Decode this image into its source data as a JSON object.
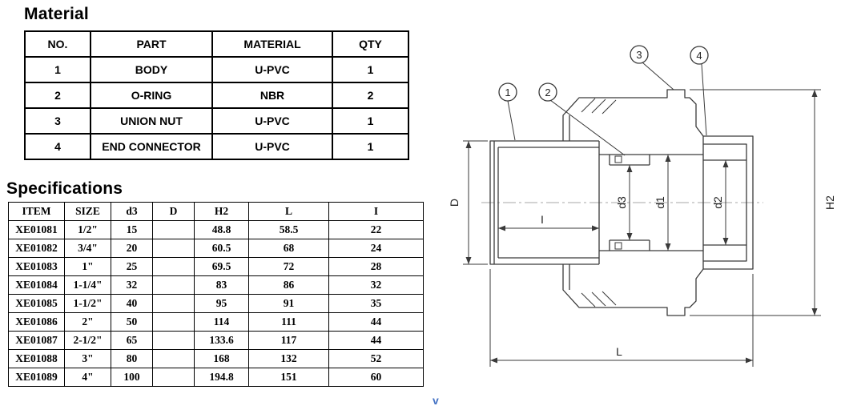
{
  "material_section": {
    "title": "Material",
    "table": {
      "headers": [
        "NO.",
        "PART",
        "MATERIAL",
        "QTY"
      ],
      "rows": [
        [
          "1",
          "BODY",
          "U-PVC",
          "1"
        ],
        [
          "2",
          "O-RING",
          "NBR",
          "2"
        ],
        [
          "3",
          "UNION NUT",
          "U-PVC",
          "1"
        ],
        [
          "4",
          "END CONNECTOR",
          "U-PVC",
          "1"
        ]
      ]
    }
  },
  "specifications_section": {
    "title": "Specifications",
    "table": {
      "headers": [
        "ITEM",
        "SIZE",
        "d3",
        "D",
        "H2",
        "L",
        "I"
      ],
      "rows": [
        [
          "XE01081",
          "1/2\"",
          "15",
          "",
          "48.8",
          "58.5",
          "22"
        ],
        [
          "XE01082",
          "3/4\"",
          "20",
          "",
          "60.5",
          "68",
          "24"
        ],
        [
          "XE01083",
          "1\"",
          "25",
          "",
          "69.5",
          "72",
          "28"
        ],
        [
          "XE01084",
          "1-1/4\"",
          "32",
          "",
          "83",
          "86",
          "32"
        ],
        [
          "XE01085",
          "1-1/2\"",
          "40",
          "",
          "95",
          "91",
          "35"
        ],
        [
          "XE01086",
          "2\"",
          "50",
          "",
          "114",
          "111",
          "44"
        ],
        [
          "XE01087",
          "2-1/2\"",
          "65",
          "",
          "133.6",
          "117",
          "44"
        ],
        [
          "XE01088",
          "3\"",
          "80",
          "",
          "168",
          "132",
          "52"
        ],
        [
          "XE01089",
          "4\"",
          "100",
          "",
          "194.8",
          "151",
          "60"
        ]
      ]
    }
  },
  "drawing": {
    "balloons": [
      "1",
      "2",
      "3",
      "4"
    ],
    "dims": {
      "D": "D",
      "I": "I",
      "d3": "d3",
      "d1": "d1",
      "d2": "d2",
      "H2": "H2",
      "L": "L"
    }
  },
  "stray_mark": "v",
  "colors": {
    "line": "#3a3a3a",
    "text": "#000000",
    "stray_mark": "#4472c4",
    "background": "#ffffff"
  }
}
